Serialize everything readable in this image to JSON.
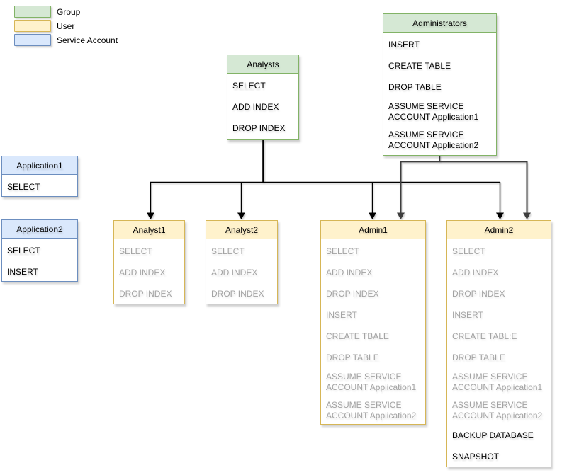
{
  "colors": {
    "group_fill": "#d5e8d4",
    "group_border": "#82b366",
    "user_fill": "#fff2cc",
    "user_border": "#d6b656",
    "service_fill": "#dae8fc",
    "service_border": "#6c8ebf",
    "muted_text": "#a3a3a3",
    "text": "#000000",
    "connector": "#000000",
    "connector_alt": "#3d3d3d"
  },
  "legend": {
    "items": [
      {
        "label": "Group",
        "type": "group"
      },
      {
        "label": "User",
        "type": "user"
      },
      {
        "label": "Service Account",
        "type": "service"
      }
    ]
  },
  "nodes": {
    "analysts": {
      "title": "Analysts",
      "type": "group",
      "items": [
        {
          "text": "SELECT"
        },
        {
          "text": "ADD INDEX"
        },
        {
          "text": "DROP INDEX"
        }
      ]
    },
    "administrators": {
      "title": "Administrators",
      "type": "group",
      "items": [
        {
          "text": "INSERT"
        },
        {
          "text": "CREATE TABLE"
        },
        {
          "text": "DROP TABLE"
        },
        {
          "text": "ASSUME SERVICE\nACCOUNT Application1"
        },
        {
          "text": "ASSUME SERVICE\nACCOUNT Application2"
        }
      ]
    },
    "application1": {
      "title": "Application1",
      "type": "service-account",
      "items": [
        {
          "text": "SELECT"
        }
      ]
    },
    "application2": {
      "title": "Application2",
      "type": "service-account",
      "items": [
        {
          "text": "SELECT"
        },
        {
          "text": "INSERT"
        }
      ]
    },
    "analyst1": {
      "title": "Analyst1",
      "type": "user",
      "items": [
        {
          "text": "SELECT",
          "muted": true
        },
        {
          "text": "ADD INDEX",
          "muted": true
        },
        {
          "text": "DROP INDEX",
          "muted": true
        }
      ]
    },
    "analyst2": {
      "title": "Analyst2",
      "type": "user",
      "items": [
        {
          "text": "SELECT",
          "muted": true
        },
        {
          "text": "ADD INDEX",
          "muted": true
        },
        {
          "text": "DROP INDEX",
          "muted": true
        }
      ]
    },
    "admin1": {
      "title": "Admin1",
      "type": "user",
      "items": [
        {
          "text": "SELECT",
          "muted": true
        },
        {
          "text": "ADD INDEX",
          "muted": true
        },
        {
          "text": "DROP INDEX",
          "muted": true
        },
        {
          "text": "INSERT",
          "muted": true
        },
        {
          "text": "CREATE TBALE",
          "muted": true
        },
        {
          "text": "DROP TABLE",
          "muted": true
        },
        {
          "text": "ASSUME SERVICE\nACCOUNT Application1",
          "muted": true
        },
        {
          "text": "ASSUME SERVICE\nACCOUNT Application2",
          "muted": true
        }
      ]
    },
    "admin2": {
      "title": "Admin2",
      "type": "user",
      "items": [
        {
          "text": "SELECT",
          "muted": true
        },
        {
          "text": "ADD INDEX",
          "muted": true
        },
        {
          "text": "DROP INDEX",
          "muted": true
        },
        {
          "text": "INSERT",
          "muted": true
        },
        {
          "text": "CREATE TABL:E",
          "muted": true
        },
        {
          "text": "DROP TABLE",
          "muted": true
        },
        {
          "text": "ASSUME SERVICE\nACCOUNT Application1",
          "muted": true
        },
        {
          "text": "ASSUME SERVICE\nACCOUNT Application2",
          "muted": true
        },
        {
          "text": "BACKUP DATABASE"
        },
        {
          "text": "SNAPSHOT"
        }
      ]
    }
  }
}
